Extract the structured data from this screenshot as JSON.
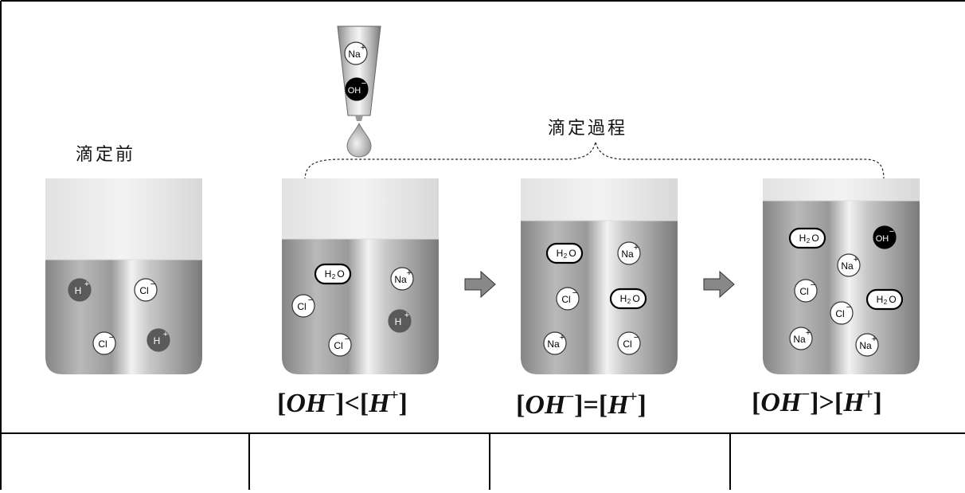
{
  "labels": {
    "before": "滴定前",
    "process": "滴定過程"
  },
  "dropper": {
    "ions": [
      "Na",
      "OH"
    ]
  },
  "beakers": [
    {
      "label": "",
      "ions": [
        {
          "type": "H",
          "text": "H"
        },
        {
          "type": "Cl",
          "text": "Cl"
        },
        {
          "type": "Cl",
          "text": "Cl"
        },
        {
          "type": "H",
          "text": "H"
        }
      ]
    },
    {
      "label": "[OH⁻]<[H⁺]",
      "ions": [
        {
          "type": "H2O",
          "text": "H2O"
        },
        {
          "type": "Na",
          "text": "Na"
        },
        {
          "type": "Cl",
          "text": "Cl"
        },
        {
          "type": "H",
          "text": "H"
        },
        {
          "type": "Cl",
          "text": "Cl"
        }
      ]
    },
    {
      "label": "[OH⁻]=[H⁺]",
      "ions": [
        {
          "type": "H2O",
          "text": "H2O"
        },
        {
          "type": "Na",
          "text": "Na"
        },
        {
          "type": "Cl",
          "text": "Cl"
        },
        {
          "type": "H2O",
          "text": "H2O"
        },
        {
          "type": "Na",
          "text": "Na"
        },
        {
          "type": "Cl",
          "text": "Cl"
        }
      ]
    },
    {
      "label": "[OH⁻]>[H⁺]",
      "ions": [
        {
          "type": "H2O",
          "text": "H2O"
        },
        {
          "type": "OH",
          "text": "OH"
        },
        {
          "type": "Na",
          "text": "Na"
        },
        {
          "type": "Cl",
          "text": "Cl"
        },
        {
          "type": "Cl",
          "text": "Cl"
        },
        {
          "type": "H2O",
          "text": "H2O"
        },
        {
          "type": "Na",
          "text": "Na"
        },
        {
          "type": "Na",
          "text": "Na"
        }
      ]
    }
  ],
  "equations": [
    {
      "left_sym": "OH",
      "left_charge": "−",
      "op": "<",
      "right_sym": "H",
      "right_charge": "+"
    },
    {
      "left_sym": "OH",
      "left_charge": "−",
      "op": "=",
      "right_sym": "H",
      "right_charge": "+"
    },
    {
      "left_sym": "OH",
      "left_charge": "−",
      "op": ">",
      "right_sym": "H",
      "right_charge": "+"
    }
  ],
  "colors": {
    "border": "#000000",
    "beaker_dark": "#7d7d7d",
    "beaker_light": "#f0f0f0",
    "h_ion": "#5a5a5a",
    "oh_ion": "#000000",
    "arrow": "#888888"
  }
}
